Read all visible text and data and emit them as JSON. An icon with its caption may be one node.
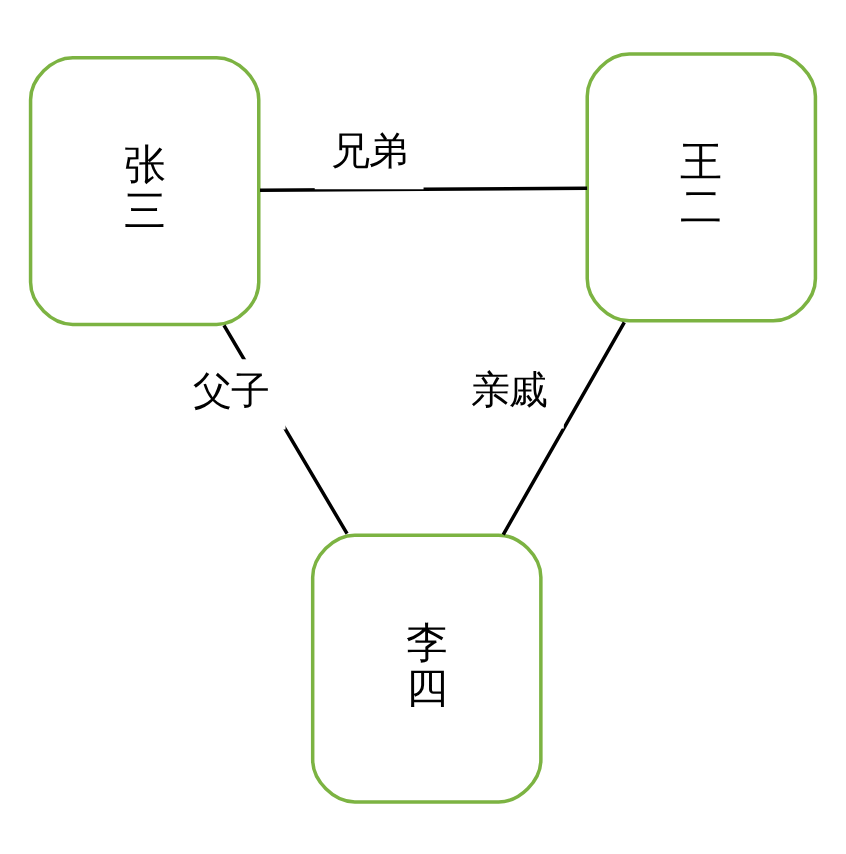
{
  "diagram": {
    "nodes": [
      {
        "text": [
          "张三"
        ]
      },
      {
        "text": [
          "王二"
        ]
      },
      {
        "text": [
          "李四"
        ]
      }
    ],
    "edges": [
      {
        "from": 0,
        "to": 1,
        "arrow": "none",
        "label": "兄弟"
      },
      {
        "from": 0,
        "to": 2,
        "arrow": "none",
        "label": "父子"
      },
      {
        "from": 2,
        "to": 1,
        "arrow": "none",
        "label": "亲戚"
      }
    ]
  }
}
